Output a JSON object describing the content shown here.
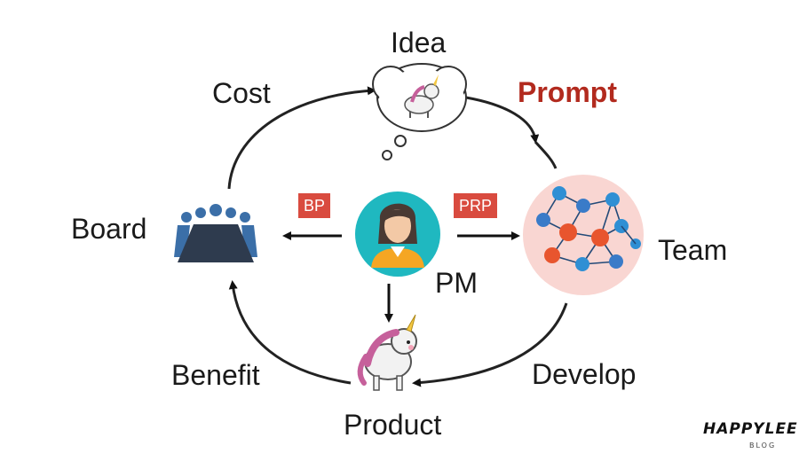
{
  "diagram": {
    "cycle_labels": {
      "idea": "Idea",
      "prompt": "Prompt",
      "team": "Team",
      "develop": "Develop",
      "product": "Product",
      "benefit": "Benefit",
      "board": "Board",
      "cost": "Cost"
    },
    "center": {
      "pm_label": "PM",
      "bp_badge": "BP",
      "prp_badge": "PRP"
    },
    "watermark": {
      "main": "HAPPYLEE",
      "sub": "BLOG"
    },
    "colors": {
      "accent_red": "#b22a1e",
      "badge_red": "#d94b3f",
      "pm_circle": "#1fb8c0",
      "team_circle": "#f9d6d2",
      "board_blue": "#3b6fa8",
      "board_table": "#2e3b4e",
      "arrow": "#111111"
    },
    "icons": [
      "idea-cloud-icon",
      "unicorn-icon",
      "pm-avatar-icon",
      "board-meeting-icon",
      "team-network-icon"
    ]
  }
}
